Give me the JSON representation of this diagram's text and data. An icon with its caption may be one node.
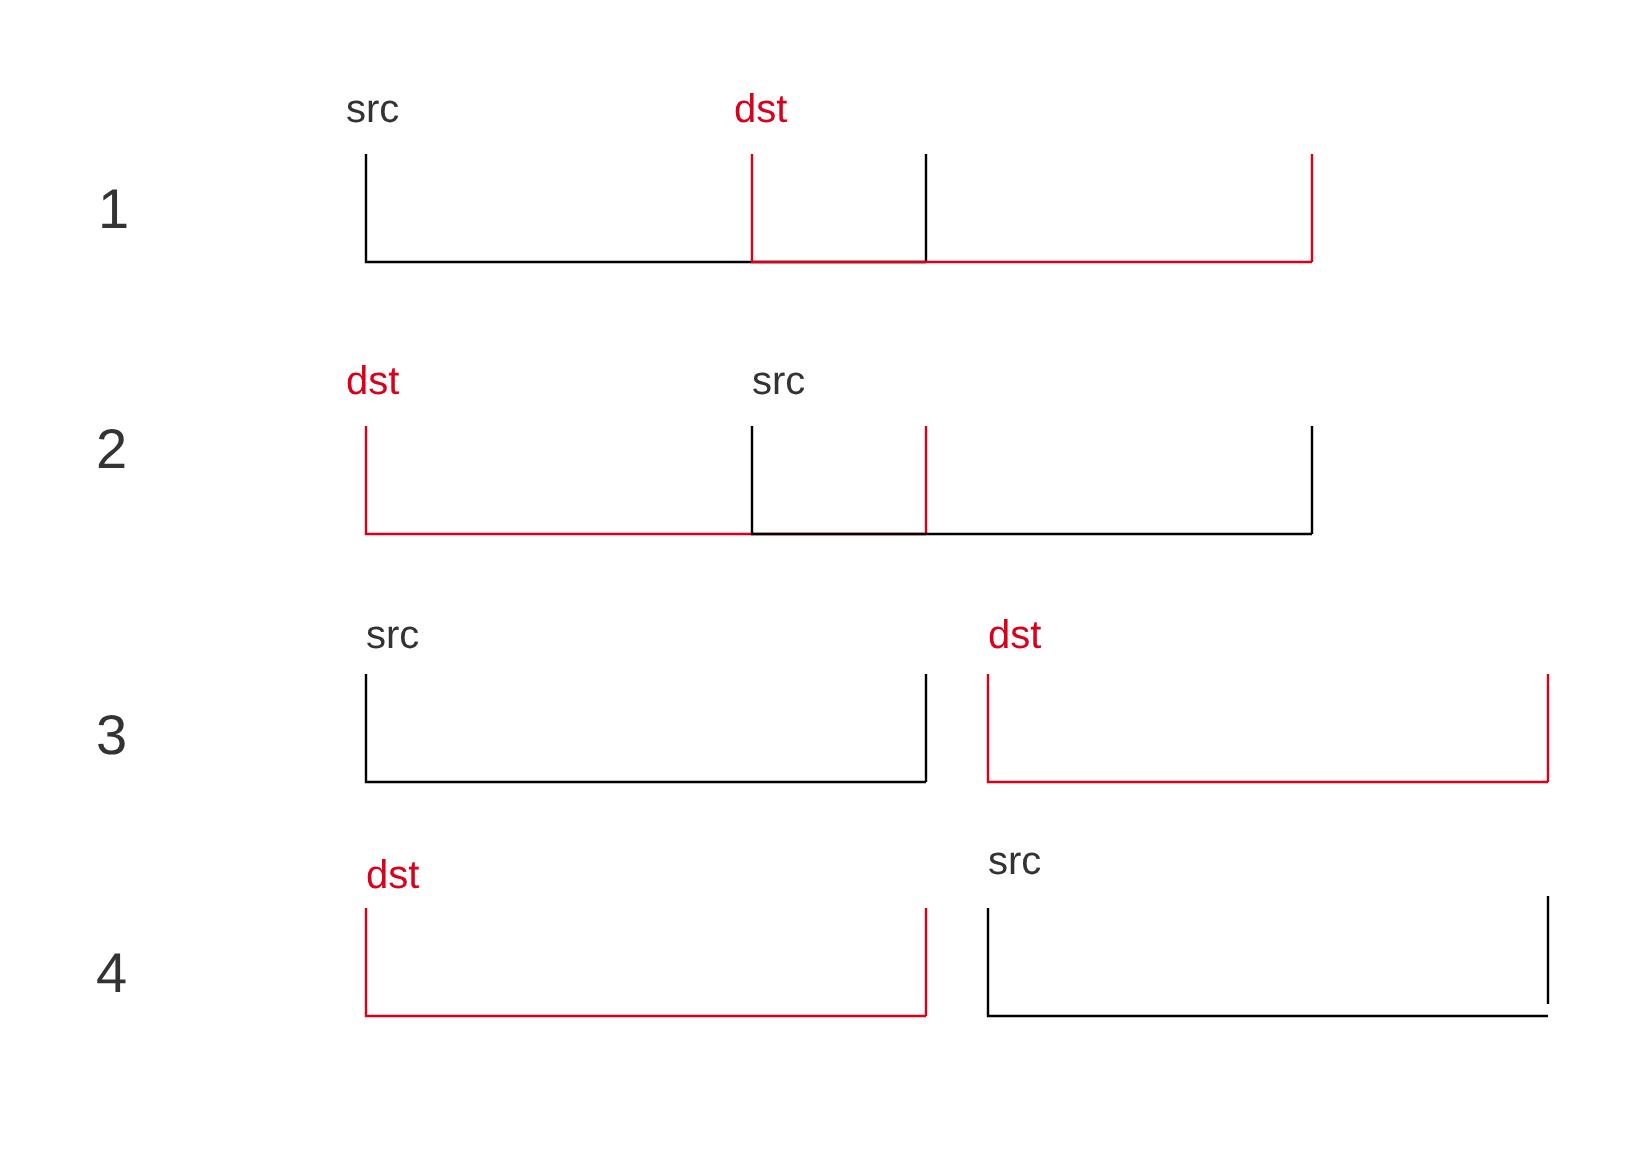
{
  "diagram": {
    "labels": [
      "src",
      "dst",
      "1",
      "dst",
      "src",
      "2",
      "src",
      "dst",
      "3",
      "dst",
      "src",
      "4"
    ]
  }
}
